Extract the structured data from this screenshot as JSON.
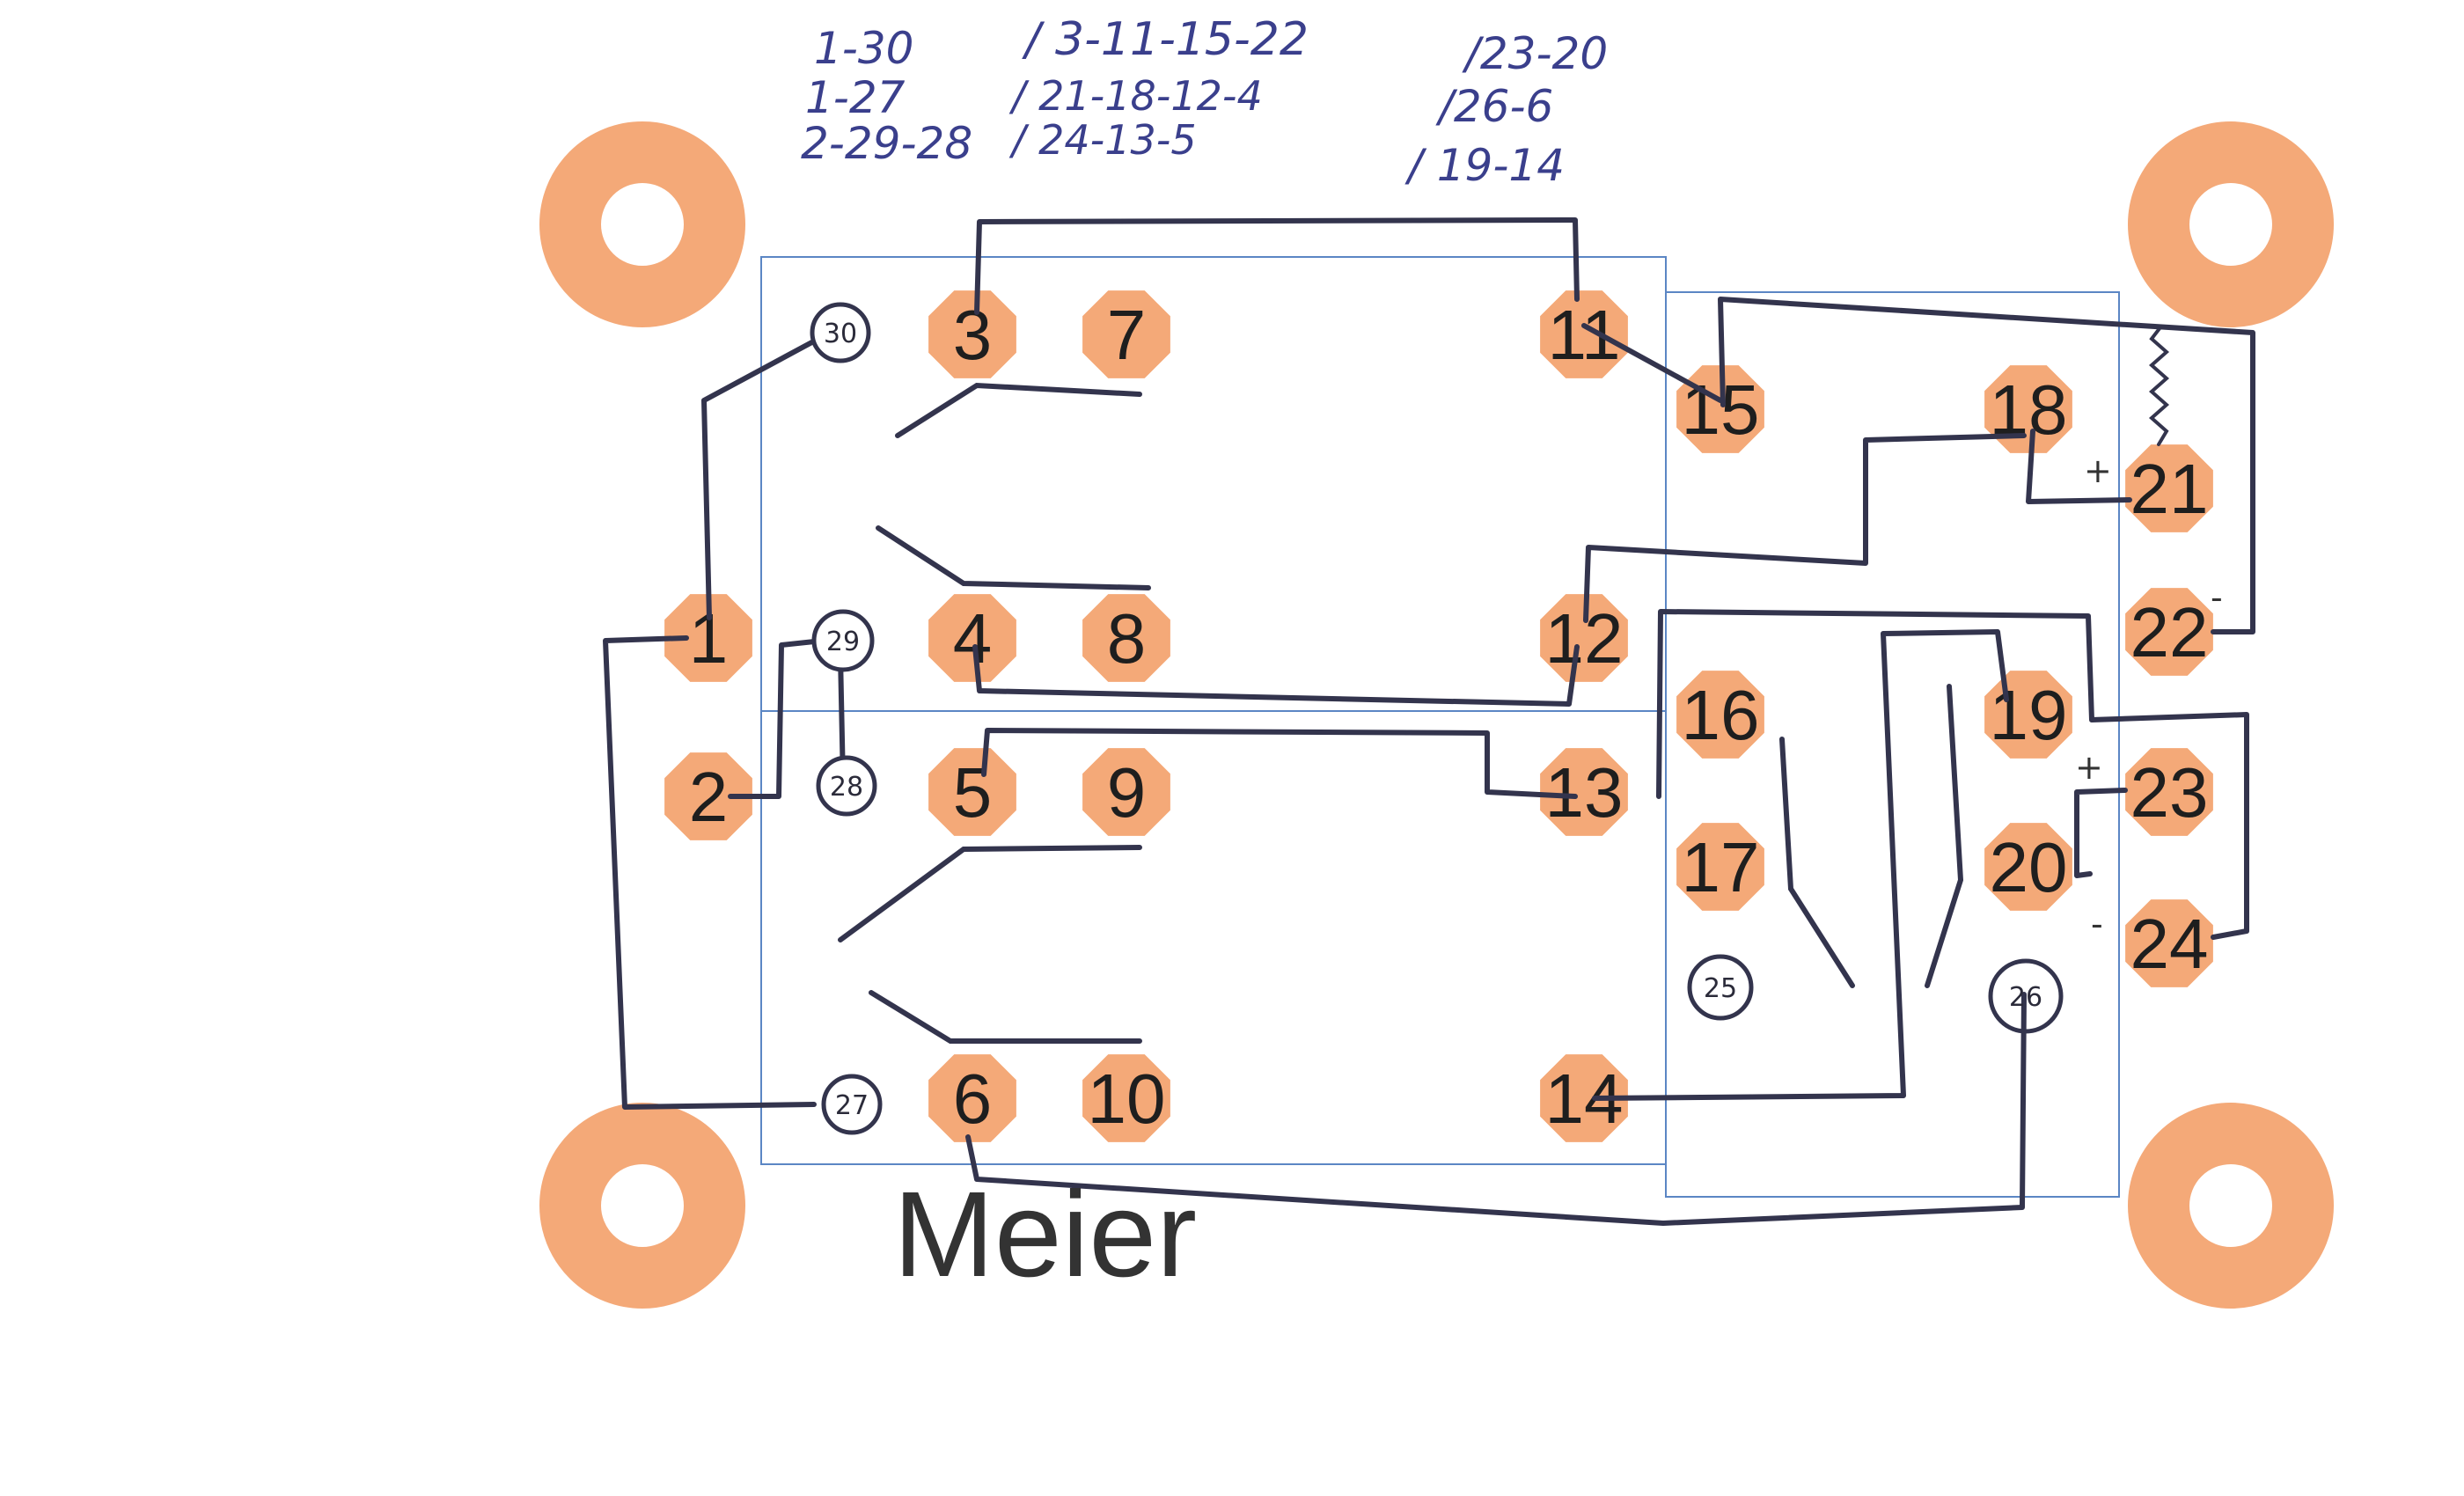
{
  "colors": {
    "pad": "#f4a978",
    "wire": "#33344d",
    "outline": "#5b86c4",
    "ink": "#3a3f8c",
    "paper": "#ffffff"
  },
  "notes": [
    "1-30",
    "1-27",
    "2-29-28",
    "/ 3-11-15-22",
    "/ 21-18-12-4",
    "/ 24-13-5",
    "/23-20",
    "/26-6",
    "/ 19-14"
  ],
  "pads": [
    "1",
    "2",
    "3",
    "4",
    "5",
    "6",
    "7",
    "8",
    "9",
    "10",
    "11",
    "12",
    "13",
    "14",
    "15",
    "16",
    "17",
    "18",
    "19",
    "20",
    "21",
    "22",
    "23",
    "24"
  ],
  "markers": [
    "30",
    "29",
    "28",
    "27",
    "25",
    "26"
  ],
  "polarity": [
    "+",
    "-",
    "+",
    "-"
  ],
  "brand": "Meier"
}
